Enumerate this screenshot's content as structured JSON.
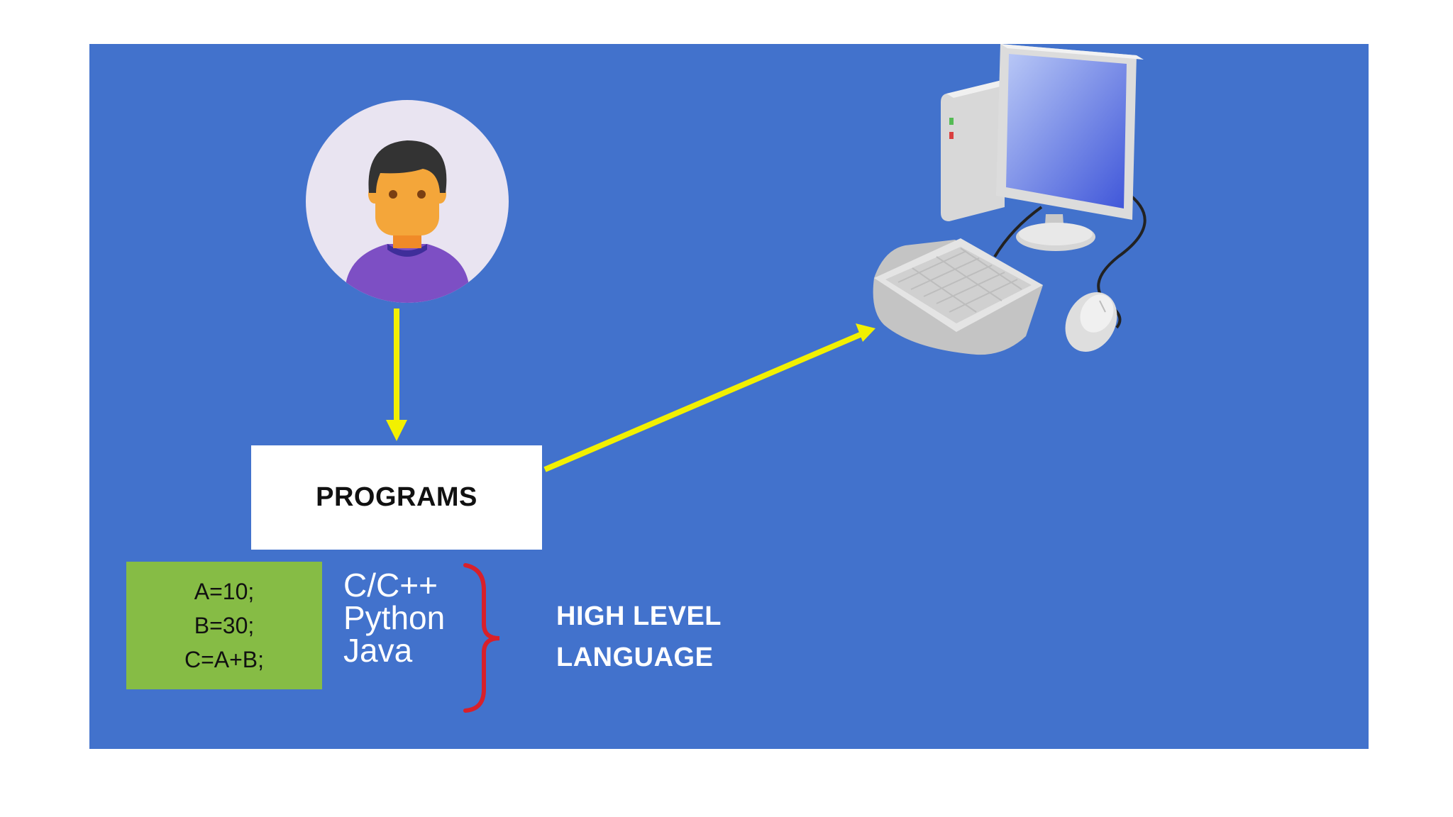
{
  "diagram": {
    "programs_label": "PROGRAMS",
    "code_lines": [
      "A=10;",
      "B=30;",
      "C=A+B;"
    ],
    "languages": [
      "C/C++",
      "Python",
      "Java"
    ],
    "level_lines": [
      "HIGH LEVEL",
      "LANGUAGE"
    ],
    "icons": [
      "user-avatar-icon",
      "computer-icon",
      "keyboard-icon",
      "mouse-icon"
    ]
  },
  "colors": {
    "slide_background": "#4272cc",
    "arrow": "#f2f000",
    "brace": "#d8202a",
    "code_box": "#86bc45",
    "programs_box": "#ffffff",
    "avatar_background": "#e9e4f1",
    "avatar_shirt": "#7d4fc4",
    "avatar_skin": "#f4a63a",
    "avatar_hair": "#333333"
  }
}
